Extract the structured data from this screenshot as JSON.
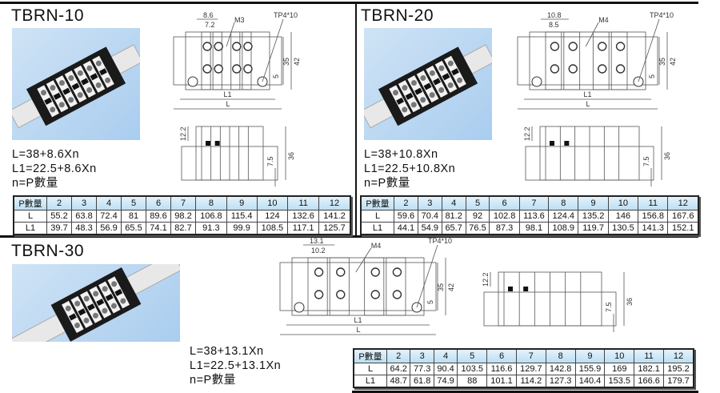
{
  "products": [
    {
      "title": "TBRN-10",
      "formulas": [
        "L=38+8.6Xn",
        "L1=22.5+8.6Xn",
        "n=P數量"
      ],
      "diagram": {
        "pitch_outer": "8.6",
        "pitch_inner": "7.2",
        "screw": "M3",
        "mount": "TP4*10",
        "h35": "35",
        "h42": "42",
        "h5": "5",
        "L1": "L1",
        "L": "L",
        "h12": "12.2",
        "h7": "7.5",
        "h36": "36"
      },
      "table": {
        "header_label": "P數量",
        "columns": [
          "2",
          "3",
          "4",
          "5",
          "6",
          "7",
          "8",
          "9",
          "10",
          "11",
          "12"
        ],
        "rows": [
          {
            "label": "L",
            "values": [
              "55.2",
              "63.8",
              "72.4",
              "81",
              "89.6",
              "98.2",
              "106.8",
              "115.4",
              "124",
              "132.6",
              "141.2"
            ]
          },
          {
            "label": "L1",
            "values": [
              "39.7",
              "48.3",
              "56.9",
              "65.5",
              "74.1",
              "82.7",
              "91.3",
              "99.9",
              "108.5",
              "117.1",
              "125.7"
            ]
          }
        ]
      }
    },
    {
      "title": "TBRN-20",
      "formulas": [
        "L=38+10.8Xn",
        "L1=22.5+10.8Xn",
        "n=P數量"
      ],
      "diagram": {
        "pitch_outer": "10.8",
        "pitch_inner": "8.5",
        "screw": "M4",
        "mount": "TP4*10",
        "h35": "35",
        "h42": "42",
        "h5": "5",
        "L1": "L1",
        "L": "L",
        "h12": "12.2",
        "h7": "7.5",
        "h36": "36"
      },
      "table": {
        "header_label": "P數量",
        "columns": [
          "2",
          "3",
          "4",
          "5",
          "6",
          "7",
          "8",
          "9",
          "10",
          "11",
          "12"
        ],
        "rows": [
          {
            "label": "L",
            "values": [
              "59.6",
              "70.4",
              "81.2",
              "92",
              "102.8",
              "113.6",
              "124.4",
              "135.2",
              "146",
              "156.8",
              "167.6"
            ]
          },
          {
            "label": "L1",
            "values": [
              "44.1",
              "54.9",
              "65.7",
              "76.5",
              "87.3",
              "98.1",
              "108.9",
              "119.7",
              "130.5",
              "141.3",
              "152.1"
            ]
          }
        ]
      }
    },
    {
      "title": "TBRN-30",
      "formulas": [
        "L=38+13.1Xn",
        "L1=22.5+13.1Xn",
        "n=P數量"
      ],
      "diagram": {
        "pitch_outer": "13.1",
        "pitch_inner": "10.2",
        "screw": "M4",
        "mount": "TP4*10",
        "h35": "35",
        "h42": "42",
        "h5": "5",
        "L1": "L1",
        "L": "L",
        "h12": "12.2",
        "h7": "7.5",
        "h36": "36"
      },
      "table": {
        "header_label": "P數量",
        "columns": [
          "2",
          "3",
          "4",
          "5",
          "6",
          "7",
          "8",
          "9",
          "10",
          "11",
          "12"
        ],
        "rows": [
          {
            "label": "L",
            "values": [
              "64.2",
              "77.3",
              "90.4",
              "103.5",
              "116.6",
              "129.7",
              "142.8",
              "155.9",
              "169",
              "182.1",
              "195.2"
            ]
          },
          {
            "label": "L1",
            "values": [
              "48.7",
              "61.8",
              "74.9",
              "88",
              "101.1",
              "114.2",
              "127.3",
              "140.4",
              "153.5",
              "166.6",
              "179.7"
            ]
          }
        ]
      }
    }
  ]
}
